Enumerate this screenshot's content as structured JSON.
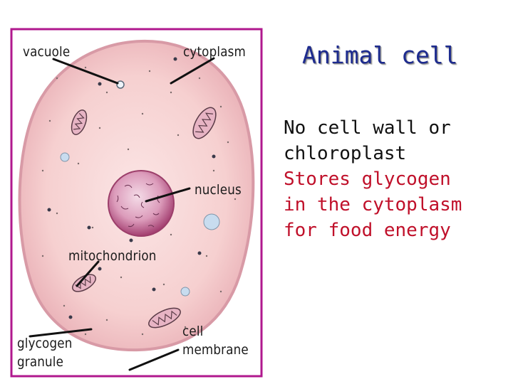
{
  "title": "Animal cell",
  "notes": {
    "line1": "No cell wall or",
    "line2": "chloroplast",
    "line3": "Stores glycogen",
    "line4": "in the cytoplasm",
    "line5": "for food energy"
  },
  "labels": {
    "vacuole": "vacuole",
    "cytoplasm": "cytoplasm",
    "nucleus": "nucleus",
    "mitochondrion": "mitochondrion",
    "glycogen_line1": "glycogen",
    "glycogen_line2": "granule",
    "membrane_line1": "cell",
    "membrane_line2": "membrane"
  },
  "colors": {
    "frame": "#b0188e",
    "cell_fill": "#f7d2d2",
    "nucleus": "#b4507e",
    "title": "#1d2b8f",
    "note_red": "#c0102a"
  }
}
